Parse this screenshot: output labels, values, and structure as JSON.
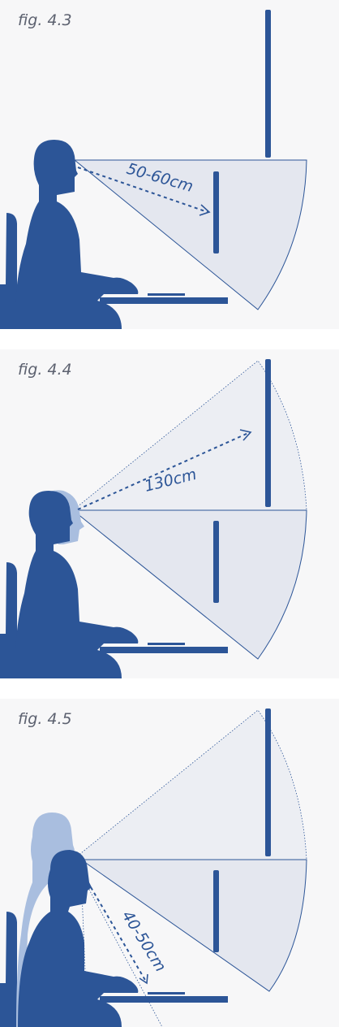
{
  "figures": [
    {
      "label": "fig. 4.3",
      "distance": "50-60cm"
    },
    {
      "label": "fig. 4.4",
      "distance": "130cm"
    },
    {
      "label": "fig. 4.5",
      "distance": "40-50cm"
    }
  ],
  "colors": {
    "figure": "#2c5597",
    "ghost": "#a9bedf",
    "cone": "#e4e7ef",
    "background": "#f7f7f8",
    "label": "#5d6270"
  }
}
